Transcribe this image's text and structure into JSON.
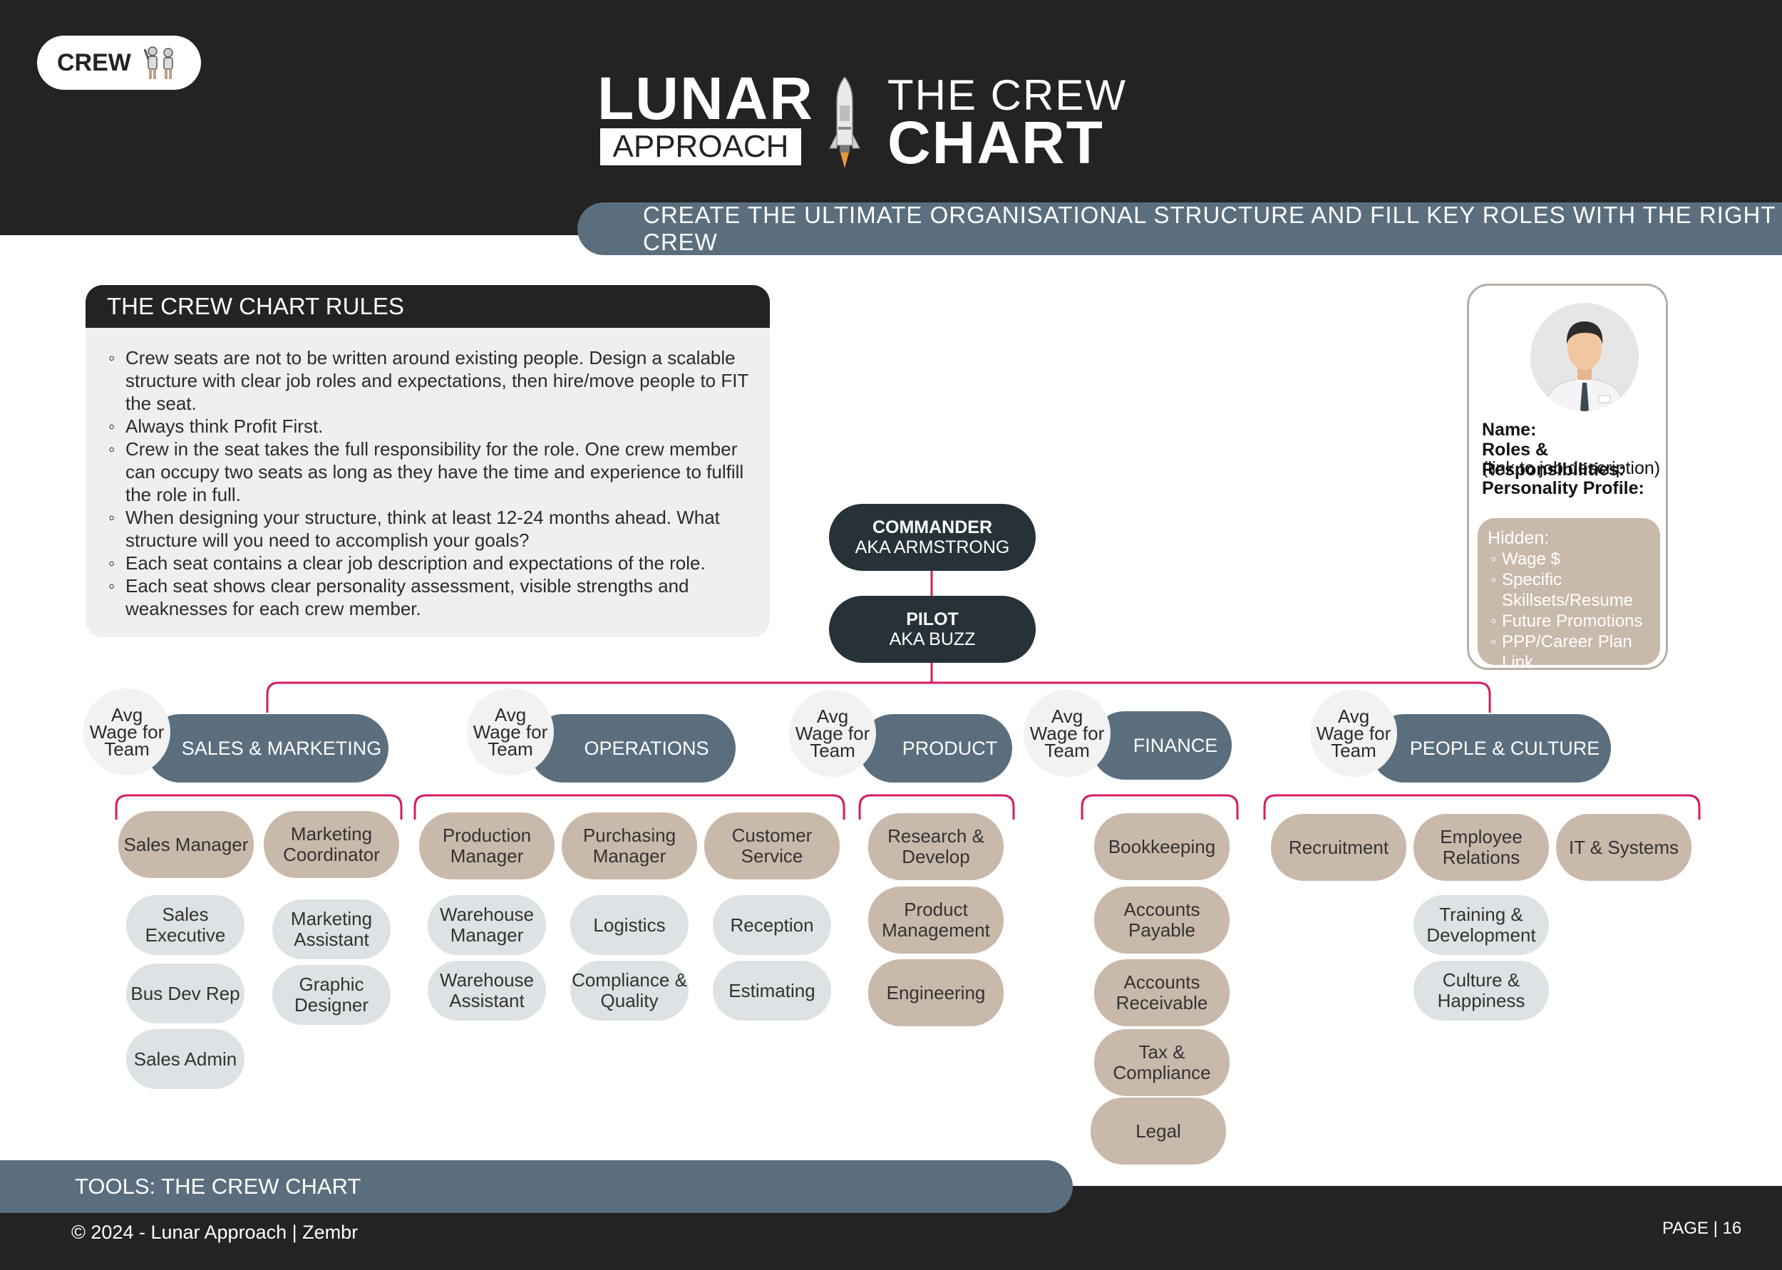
{
  "header": {
    "badge_label": "CREW",
    "logo_top": "LUNAR",
    "logo_bottom": "APPROACH",
    "title_line1": "THE CREW",
    "title_line2": "CHART",
    "tagline": "CREATE THE ULTIMATE ORGANISATIONAL STRUCTURE AND FILL KEY ROLES WITH THE RIGHT CREW"
  },
  "rules": {
    "title": "THE CREW CHART RULES",
    "items": [
      "Crew seats are not to be written around existing people. Design a scalable structure with clear job roles and expectations, then hire/move people to FIT the seat.",
      "Always think Profit First.",
      "Crew in the seat takes the full responsibility for the role. One crew member can occupy two seats as long as they have the time and experience to fulfill the role in full.",
      "When designing your structure, think at least 12-24 months ahead. What structure will you need to accomplish your goals?",
      "Each seat contains a clear job description and expectations of the role.",
      "Each seat shows clear personality assessment, visible strengths and weaknesses for each crew member."
    ]
  },
  "profile": {
    "name_label": "Name:",
    "roles_label": "Roles & Responsibilities:",
    "roles_note": "(link to job description)",
    "personality_label": "Personality Profile:",
    "hidden_title": "Hidden:",
    "hidden_items": [
      "Wage $",
      "Specific Skillsets/Resume",
      "Future Promotions",
      "PPP/Career Plan Link"
    ]
  },
  "commander": {
    "title": "COMMANDER",
    "subtitle": "AKA ARMSTRONG"
  },
  "pilot": {
    "title": "PILOT",
    "subtitle": "AKA BUZZ"
  },
  "wage_label": [
    "Avg",
    "Wage for",
    "Team"
  ],
  "departments": {
    "sales": {
      "name": "SALES & MARKETING",
      "lead_roles": [
        "Sales Manager",
        "Marketing Coordinator"
      ],
      "sub_roles": [
        "Sales Executive",
        "Bus Dev Rep",
        "Sales Admin",
        "Marketing Assistant",
        "Graphic Designer"
      ]
    },
    "operations": {
      "name": "OPERATIONS",
      "lead_roles": [
        "Production Manager",
        "Purchasing Manager",
        "Customer Service"
      ],
      "sub_roles": [
        "Warehouse Manager",
        "Warehouse Assistant",
        "Logistics",
        "Compliance & Quality",
        "Reception",
        "Estimating"
      ]
    },
    "product": {
      "name": "PRODUCT",
      "lead_roles": [
        "Research & Develop",
        "Product Management",
        "Engineering"
      ]
    },
    "finance": {
      "name": "FINANCE",
      "lead_roles": [
        "Bookkeeping",
        "Accounts Payable",
        "Accounts Receivable",
        "Tax & Compliance",
        "Legal"
      ]
    },
    "people": {
      "name": "PEOPLE & CULTURE",
      "lead_roles": [
        "Recruitment",
        "Employee Relations",
        "IT & Systems"
      ],
      "sub_roles": [
        "Training & Development",
        "Culture & Happiness"
      ]
    }
  },
  "footer": {
    "tools_label": "TOOLS: THE CREW CHART",
    "copyright": "© 2024 - Lunar Approach | Zembr",
    "page": "PAGE | 16"
  },
  "colors": {
    "dark": "#232323",
    "slate": "#5a6e7e",
    "node_dark": "#263238",
    "tan": "#c9b9ab",
    "light_grey": "#dde2e4",
    "connector": "#d81b60"
  }
}
